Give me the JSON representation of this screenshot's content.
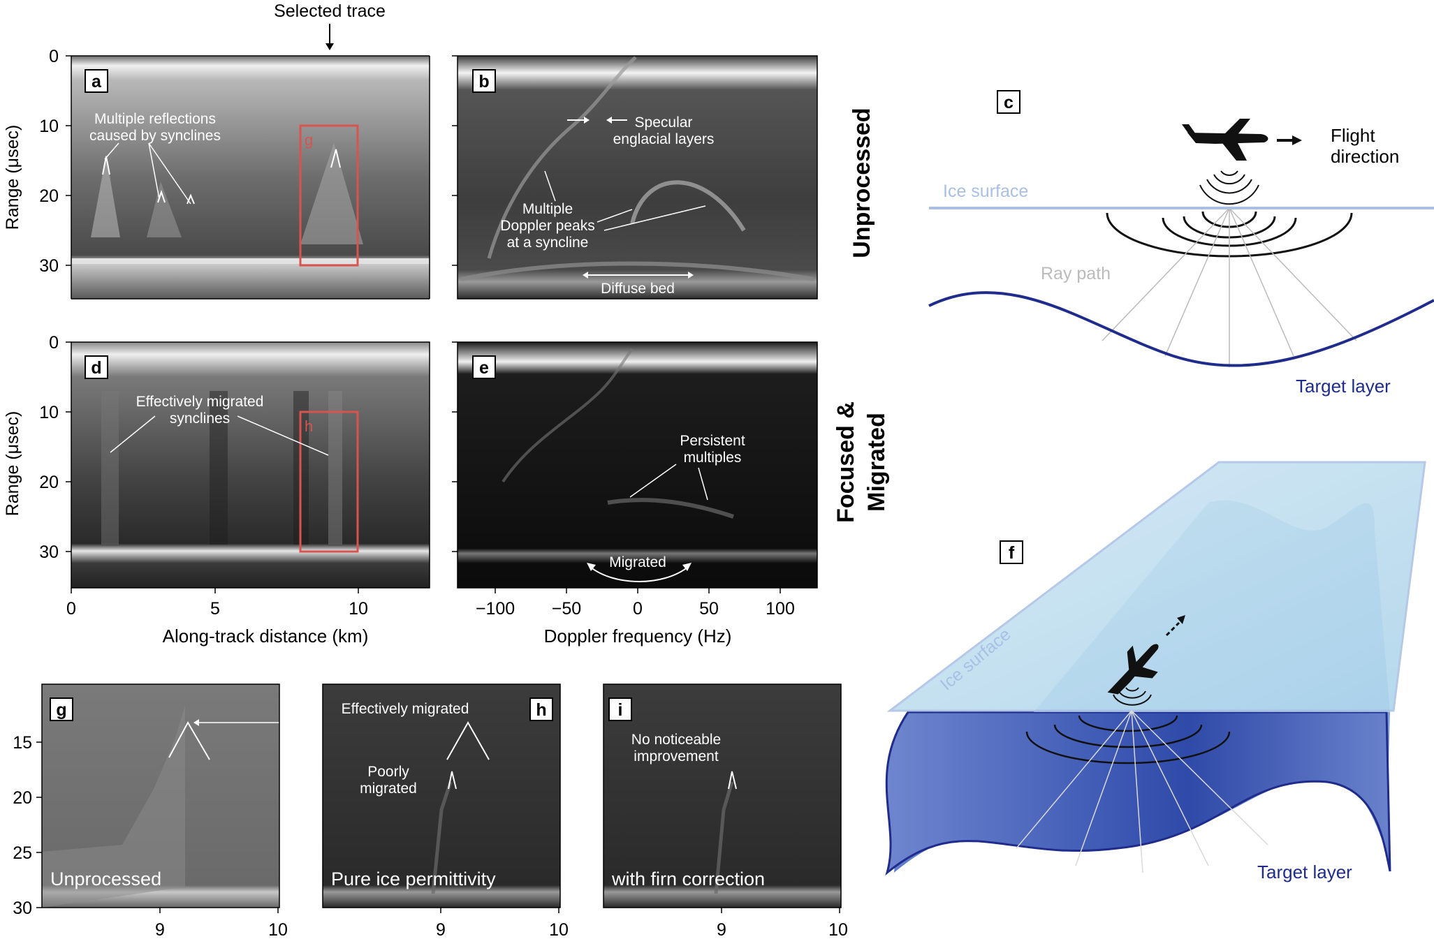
{
  "top_label": "Selected trace",
  "row_labels": {
    "unprocessed": "Unprocessed",
    "focused_line1": "Focused &",
    "focused_line2": "Migrated"
  },
  "panels": {
    "a": {
      "letter": "a",
      "box_label": "g",
      "ann1_line1": "Multiple reflections",
      "ann1_line2": "caused by synclines"
    },
    "b": {
      "letter": "b",
      "ann_spec_line1": "Specular",
      "ann_spec_line2": "englacial layers",
      "ann_dop_line1": "Multiple",
      "ann_dop_line2": "Doppler peaks",
      "ann_dop_line3": "at a syncline",
      "ann_bed": "Diffuse bed"
    },
    "c": {
      "letter": "c",
      "flight_line1": "Flight",
      "flight_line2": "direction",
      "ice_surface": "Ice surface",
      "ray_path": "Ray path",
      "target_layer": "Target layer"
    },
    "d": {
      "letter": "d",
      "box_label": "h",
      "ann1_line1": "Effectively migrated",
      "ann1_line2": "synclines"
    },
    "e": {
      "letter": "e",
      "ann_pers_line1": "Persistent",
      "ann_pers_line2": "multiples",
      "ann_migr": "Migrated"
    },
    "f": {
      "letter": "f",
      "ice_surface": "Ice surface",
      "target_layer": "Target layer"
    },
    "g": {
      "letter": "g",
      "caption": "Unprocessed"
    },
    "h": {
      "letter": "h",
      "caption": "Pure ice permittivity",
      "ann_eff": "Effectively migrated",
      "ann_poor_line1": "Poorly",
      "ann_poor_line2": "migrated"
    },
    "i": {
      "letter": "i",
      "caption": "with firn correction",
      "ann_line1": "No noticeable",
      "ann_line2": "improvement"
    }
  },
  "axes": {
    "range_ylabel": "Range (μsec)",
    "range_ticks": [
      "0",
      "10",
      "20",
      "30"
    ],
    "distance_xlabel": "Along-track distance (km)",
    "distance_ticks": [
      "0",
      "5",
      "10"
    ],
    "doppler_xlabel": "Doppler frequency (Hz)",
    "doppler_ticks": [
      "−100",
      "−50",
      "0",
      "50",
      "100"
    ],
    "zoom_yticks": [
      "15",
      "20",
      "25",
      "30"
    ],
    "zoom_xticks": [
      "9",
      "10"
    ]
  },
  "colors": {
    "box": "#d9534f",
    "ice_surface": "#a9bfe4",
    "target_layer": "#1f2c8c",
    "ray": "#bbbbbb"
  }
}
